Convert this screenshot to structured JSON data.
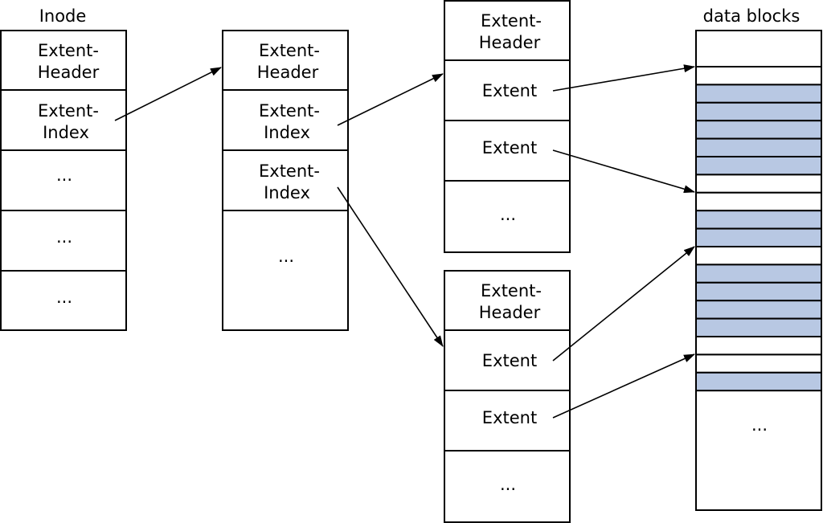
{
  "colors": {
    "filled_block": "#b8c8e3",
    "empty_block": "#ffffff",
    "stroke": "#000000"
  },
  "inode": {
    "title": "Inode",
    "cells": [
      {
        "line1": "Extent-",
        "line2": "Header"
      },
      {
        "line1": "Extent-",
        "line2": "Index"
      },
      {
        "line1": "...",
        "line2": ""
      },
      {
        "line1": "...",
        "line2": ""
      },
      {
        "line1": "...",
        "line2": ""
      }
    ]
  },
  "index_node": {
    "cells": [
      {
        "line1": "Extent-",
        "line2": "Header"
      },
      {
        "line1": "Extent-",
        "line2": "Index"
      },
      {
        "line1": "Extent-",
        "line2": "Index"
      },
      {
        "line1": "...",
        "line2": ""
      }
    ]
  },
  "leaf_top": {
    "cells": [
      {
        "line1": "Extent-",
        "line2": "Header"
      },
      {
        "line1": "Extent",
        "line2": ""
      },
      {
        "line1": "Extent",
        "line2": ""
      },
      {
        "line1": "...",
        "line2": ""
      }
    ]
  },
  "leaf_bottom": {
    "cells": [
      {
        "line1": "Extent-",
        "line2": "Header"
      },
      {
        "line1": "Extent",
        "line2": ""
      },
      {
        "line1": "Extent",
        "line2": ""
      },
      {
        "line1": "...",
        "line2": ""
      }
    ]
  },
  "data_blocks": {
    "title": "data blocks",
    "blocks": [
      false,
      true,
      true,
      true,
      true,
      true,
      false,
      false,
      true,
      true,
      false,
      true,
      true,
      true,
      true,
      false,
      false,
      true
    ],
    "ellipsis": "..."
  }
}
